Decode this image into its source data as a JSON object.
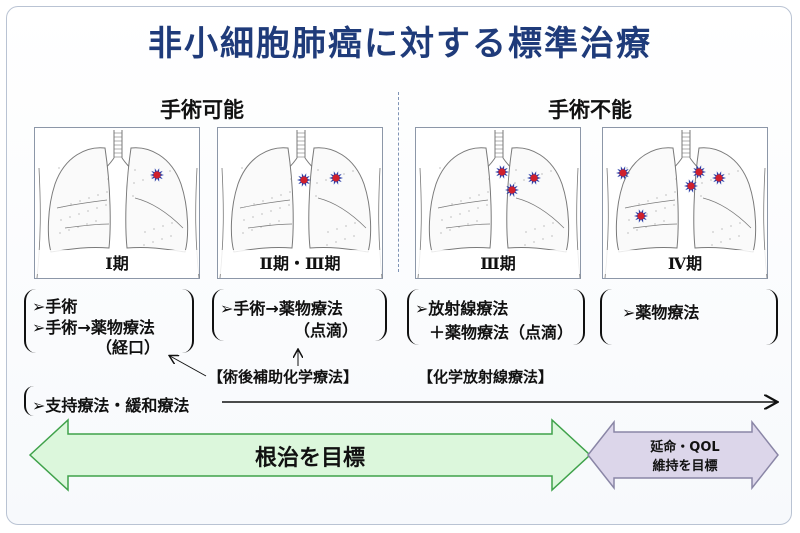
{
  "title": "非小細胞肺癌に対する標準治療",
  "groups": {
    "operable": "手術可能",
    "inoperable": "手術不能"
  },
  "stages": [
    "Ⅰ期",
    "Ⅱ期・Ⅲ期",
    "Ⅲ期",
    "Ⅳ期"
  ],
  "treatments": {
    "stage1_line1": "➢手術",
    "stage1_line2": "➢手術→薬物療法",
    "stage1_line3": "（経口）",
    "stage23_line1": "➢手術→薬物療法",
    "stage23_line2": "（点滴）",
    "stage3_line1": "➢放射線療法",
    "stage3_line2": "＋薬物療法（点滴）",
    "stage4_line1": "➢薬物療法"
  },
  "labels": {
    "adjuvant": "【術後補助化学療法】",
    "chemoradiation": "【化学放射線療法】",
    "supportive": "➢支持療法・緩和療法",
    "curative": "根治を目標",
    "palliative_line1": "延命・QOL",
    "palliative_line2": "維持を目標"
  },
  "colors": {
    "title": "#1f3b7a",
    "curative_fill": "#dcf7dc",
    "curative_stroke": "#3fa24a",
    "palliative_fill": "#dcd6ea",
    "palliative_stroke": "#8a86a6",
    "tumor": "#d0202c",
    "tumor_outline": "#2a3ea8"
  }
}
